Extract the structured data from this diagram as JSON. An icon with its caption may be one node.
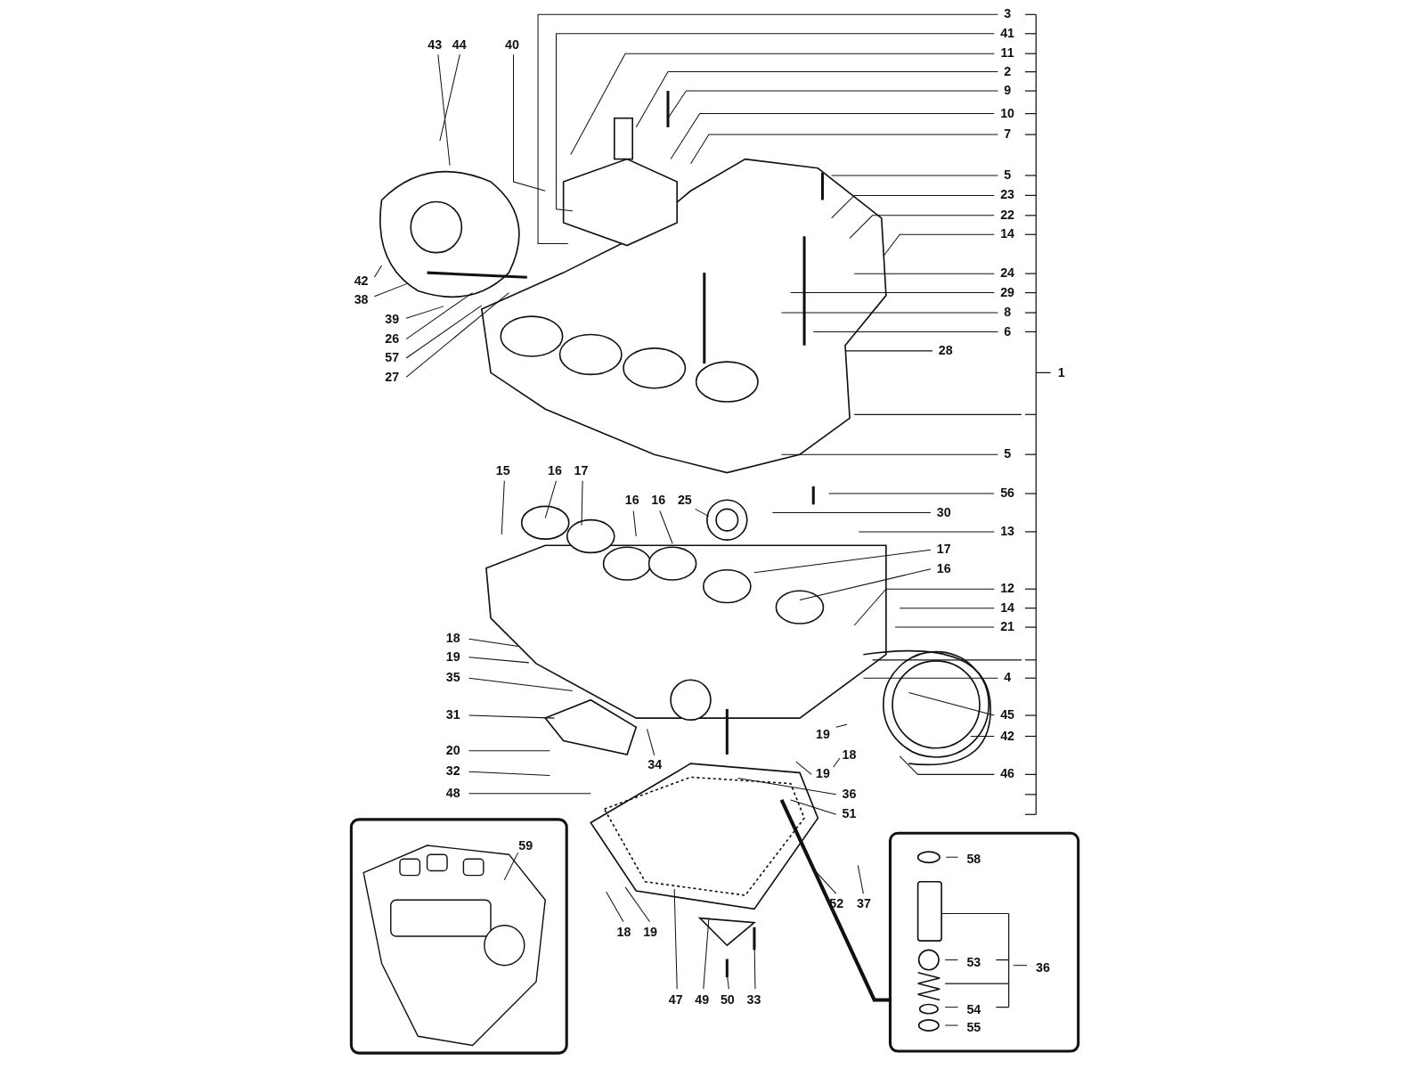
{
  "diagram": {
    "nodes": [
      {
        "text": [
          "3"
        ]
      },
      {
        "text": [
          "41"
        ]
      },
      {
        "text": [
          "11"
        ]
      },
      {
        "text": [
          "2"
        ]
      },
      {
        "text": [
          "9"
        ]
      },
      {
        "text": [
          "10"
        ]
      },
      {
        "text": [
          "7"
        ]
      },
      {
        "text": [
          "43"
        ]
      },
      {
        "text": [
          "44"
        ]
      },
      {
        "text": [
          "40"
        ]
      },
      {
        "text": [
          "5"
        ]
      },
      {
        "text": [
          "23"
        ]
      },
      {
        "text": [
          "22"
        ]
      },
      {
        "text": [
          "14"
        ]
      },
      {
        "text": [
          "24"
        ]
      },
      {
        "text": [
          "42"
        ]
      },
      {
        "text": [
          "38"
        ]
      },
      {
        "text": [
          "29"
        ]
      },
      {
        "text": [
          "8"
        ]
      },
      {
        "text": [
          "39"
        ]
      },
      {
        "text": [
          "6"
        ]
      },
      {
        "text": [
          "26"
        ]
      },
      {
        "text": [
          "28"
        ]
      },
      {
        "text": [
          "57"
        ]
      },
      {
        "text": [
          "27"
        ]
      },
      {
        "text": [
          "5"
        ]
      },
      {
        "text": [
          "15"
        ]
      },
      {
        "text": [
          "16"
        ]
      },
      {
        "text": [
          "17"
        ]
      },
      {
        "text": [
          "56"
        ]
      },
      {
        "text": [
          "16"
        ]
      },
      {
        "text": [
          "16"
        ]
      },
      {
        "text": [
          "25"
        ]
      },
      {
        "text": [
          "30"
        ]
      },
      {
        "text": [
          "13"
        ]
      },
      {
        "text": [
          "17"
        ]
      },
      {
        "text": [
          "16"
        ]
      },
      {
        "text": [
          "12"
        ]
      },
      {
        "text": [
          "14"
        ]
      },
      {
        "text": [
          "21"
        ]
      },
      {
        "text": [
          "18"
        ]
      },
      {
        "text": [
          "19"
        ]
      },
      {
        "text": [
          "4"
        ]
      },
      {
        "text": [
          "35"
        ]
      },
      {
        "text": [
          "31"
        ]
      },
      {
        "text": [
          "45"
        ]
      },
      {
        "text": [
          "19"
        ]
      },
      {
        "text": [
          "42"
        ]
      },
      {
        "text": [
          "20"
        ]
      },
      {
        "text": [
          "18"
        ]
      },
      {
        "text": [
          "34"
        ]
      },
      {
        "text": [
          "32"
        ]
      },
      {
        "text": [
          "19"
        ]
      },
      {
        "text": [
          "46"
        ]
      },
      {
        "text": [
          "48"
        ]
      },
      {
        "text": [
          "36"
        ]
      },
      {
        "text": [
          "51"
        ]
      },
      {
        "text": [],
        "shape": "box"
      },
      {
        "text": [
          "59"
        ],
        "in": 57
      },
      {
        "text": [],
        "shape": "box"
      },
      {
        "text": [
          "58"
        ],
        "in": 59
      },
      {
        "text": [
          "52"
        ]
      },
      {
        "text": [
          "37"
        ]
      },
      {
        "text": [
          "18"
        ]
      },
      {
        "text": [
          "19"
        ]
      },
      {
        "text": [
          "53"
        ],
        "in": 59
      },
      {
        "text": [
          "36"
        ],
        "in": 59
      },
      {
        "text": [
          "54"
        ],
        "in": 59
      },
      {
        "text": [
          "55"
        ],
        "in": 59
      },
      {
        "text": [
          "47"
        ]
      },
      {
        "text": [
          "49"
        ]
      },
      {
        "text": [
          "50"
        ]
      },
      {
        "text": [
          "33"
        ]
      }
    ],
    "edges": [
      {
        "from": 0,
        "to": null,
        "arrow": "none"
      },
      {
        "from": 1,
        "to": null,
        "arrow": "none"
      },
      {
        "from": 2,
        "to": null,
        "arrow": "none"
      },
      {
        "from": 3,
        "to": null,
        "arrow": "none"
      },
      {
        "from": 4,
        "to": null,
        "arrow": "none"
      },
      {
        "from": 5,
        "to": null,
        "arrow": "none"
      },
      {
        "from": 6,
        "to": null,
        "arrow": "none"
      },
      {
        "from": 7,
        "to": null,
        "arrow": "none"
      },
      {
        "from": 8,
        "to": null,
        "arrow": "none"
      },
      {
        "from": 9,
        "to": null,
        "arrow": "none"
      },
      {
        "from": 10,
        "to": null,
        "arrow": "none"
      },
      {
        "from": 11,
        "to": null,
        "arrow": "none"
      },
      {
        "from": 12,
        "to": null,
        "arrow": "none"
      },
      {
        "from": 13,
        "to": null,
        "arrow": "none"
      },
      {
        "from": 14,
        "to": null,
        "arrow": "none"
      },
      {
        "from": 15,
        "to": null,
        "arrow": "none"
      },
      {
        "from": 16,
        "to": null,
        "arrow": "none"
      },
      {
        "from": 17,
        "to": null,
        "arrow": "none"
      },
      {
        "from": 18,
        "to": null,
        "arrow": "none"
      },
      {
        "from": 19,
        "to": null,
        "arrow": "none"
      },
      {
        "from": 20,
        "to": null,
        "arrow": "none"
      },
      {
        "from": 21,
        "to": null,
        "arrow": "none"
      },
      {
        "from": 22,
        "to": null,
        "arrow": "none"
      },
      {
        "from": 23,
        "to": null,
        "arrow": "none"
      },
      {
        "from": 24,
        "to": null,
        "arrow": "none"
      },
      {
        "from": 25,
        "to": null,
        "arrow": "none"
      },
      {
        "from": 26,
        "to": null,
        "arrow": "none"
      },
      {
        "from": 27,
        "to": null,
        "arrow": "none"
      },
      {
        "from": 28,
        "to": null,
        "arrow": "none"
      },
      {
        "from": 29,
        "to": null,
        "arrow": "none"
      },
      {
        "from": 30,
        "to": null,
        "arrow": "none"
      },
      {
        "from": 31,
        "to": null,
        "arrow": "none"
      },
      {
        "from": 32,
        "to": null,
        "arrow": "none"
      },
      {
        "from": 33,
        "to": null,
        "arrow": "none"
      },
      {
        "from": 34,
        "to": null,
        "arrow": "none"
      },
      {
        "from": 35,
        "to": null,
        "arrow": "none"
      },
      {
        "from": 36,
        "to": null,
        "arrow": "none"
      },
      {
        "from": 37,
        "to": null,
        "arrow": "none"
      },
      {
        "from": 38,
        "to": null,
        "arrow": "none"
      },
      {
        "from": 39,
        "to": null,
        "arrow": "none"
      },
      {
        "from": 40,
        "to": null,
        "arrow": "none"
      },
      {
        "from": 41,
        "to": null,
        "arrow": "none"
      },
      {
        "from": 42,
        "to": null,
        "arrow": "none"
      },
      {
        "from": 43,
        "to": null,
        "arrow": "none"
      },
      {
        "from": 44,
        "to": null,
        "arrow": "none"
      },
      {
        "from": 45,
        "to": null,
        "arrow": "none"
      },
      {
        "from": 46,
        "to": null,
        "arrow": "none"
      },
      {
        "from": 47,
        "to": null,
        "arrow": "none"
      },
      {
        "from": 48,
        "to": null,
        "arrow": "none"
      },
      {
        "from": 49,
        "to": null,
        "arrow": "none"
      },
      {
        "from": 50,
        "to": null,
        "arrow": "none"
      },
      {
        "from": 51,
        "to": null,
        "arrow": "none"
      },
      {
        "from": 52,
        "to": null,
        "arrow": "none"
      },
      {
        "from": 53,
        "to": null,
        "arrow": "none"
      },
      {
        "from": 54,
        "to": null,
        "arrow": "none"
      },
      {
        "from": 55,
        "to": null,
        "arrow": "none"
      },
      {
        "from": 56,
        "to": null,
        "arrow": "none"
      },
      {
        "from": 58,
        "to": null,
        "arrow": "none"
      },
      {
        "from": 60,
        "to": null,
        "arrow": "none"
      },
      {
        "from": 61,
        "to": null,
        "arrow": "none"
      },
      {
        "from": 62,
        "to": null,
        "arrow": "none"
      },
      {
        "from": 63,
        "to": null,
        "arrow": "none"
      },
      {
        "from": 64,
        "to": null,
        "arrow": "none"
      },
      {
        "from": 65,
        "to": null,
        "arrow": "none"
      },
      {
        "from": 66,
        "to": null,
        "arrow": "none"
      },
      {
        "from": 67,
        "to": null,
        "arrow": "none"
      },
      {
        "from": 68,
        "to": null,
        "arrow": "none"
      },
      {
        "from": 69,
        "to": null,
        "arrow": "none"
      },
      {
        "from": 70,
        "to": null,
        "arrow": "none"
      },
      {
        "from": 71,
        "to": null,
        "arrow": "none"
      },
      {
        "from": 72,
        "to": null,
        "arrow": "none"
      },
      {
        "from": null,
        "to": 59,
        "arrow": "none",
        "style": "thick"
      }
    ],
    "labels": [
      "1"
    ]
  }
}
